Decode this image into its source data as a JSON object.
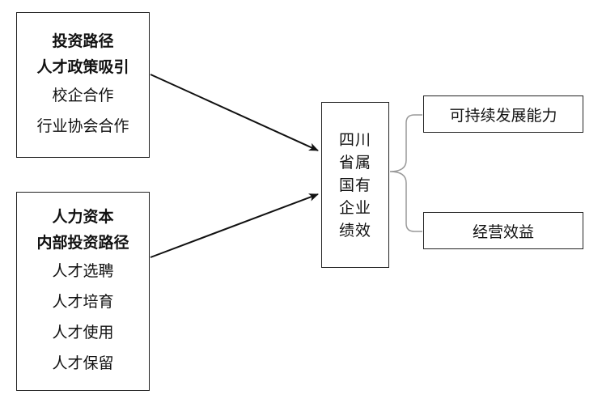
{
  "left_top": {
    "bold_lines": [
      "投资路径",
      "人才政策吸引"
    ],
    "lines": [
      "校企合作",
      "行业协会合作"
    ]
  },
  "left_bottom": {
    "bold_lines": [
      "人力资本",
      "内部投资路径"
    ],
    "lines": [
      "人才选聘",
      "人才培育",
      "人才使用",
      "人才保留"
    ]
  },
  "center": {
    "lines": [
      "四川",
      "省属",
      "国有",
      "企业",
      "绩效"
    ]
  },
  "right": {
    "top": "可持续发展能力",
    "bottom": "经营效益"
  }
}
